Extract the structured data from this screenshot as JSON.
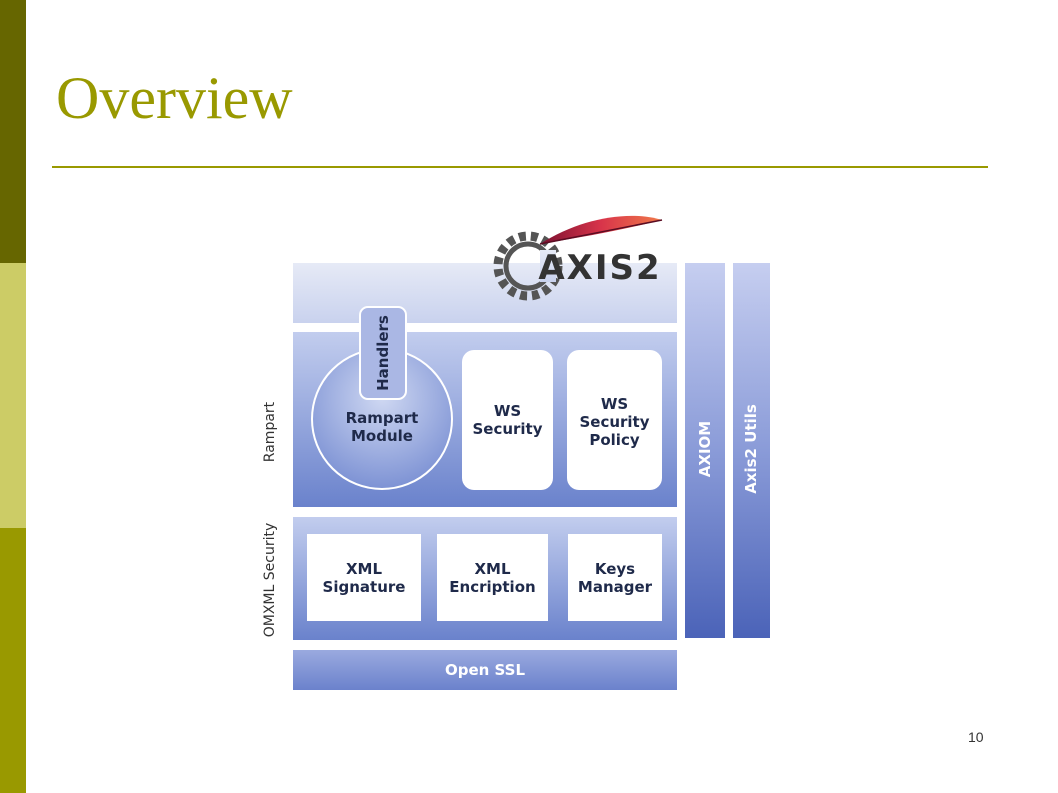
{
  "slide": {
    "title": "Overview",
    "page_number": "10"
  },
  "diagram": {
    "logo_text": "AXIS2",
    "rampart_label": "Rampart",
    "omxml_label": "OMXML Security",
    "handlers": "Handlers",
    "rampart_module": "Rampart\nModule",
    "ws_security": "WS\nSecurity",
    "ws_security_policy": "WS\nSecurity\nPolicy",
    "xml_signature": "XML\nSignature",
    "xml_encryption": "XML\nEncription",
    "keys_manager": "Keys\nManager",
    "open_ssl": "Open SSL",
    "axiom": "AXIOM",
    "axis2_utils": "Axis2 Utils"
  }
}
